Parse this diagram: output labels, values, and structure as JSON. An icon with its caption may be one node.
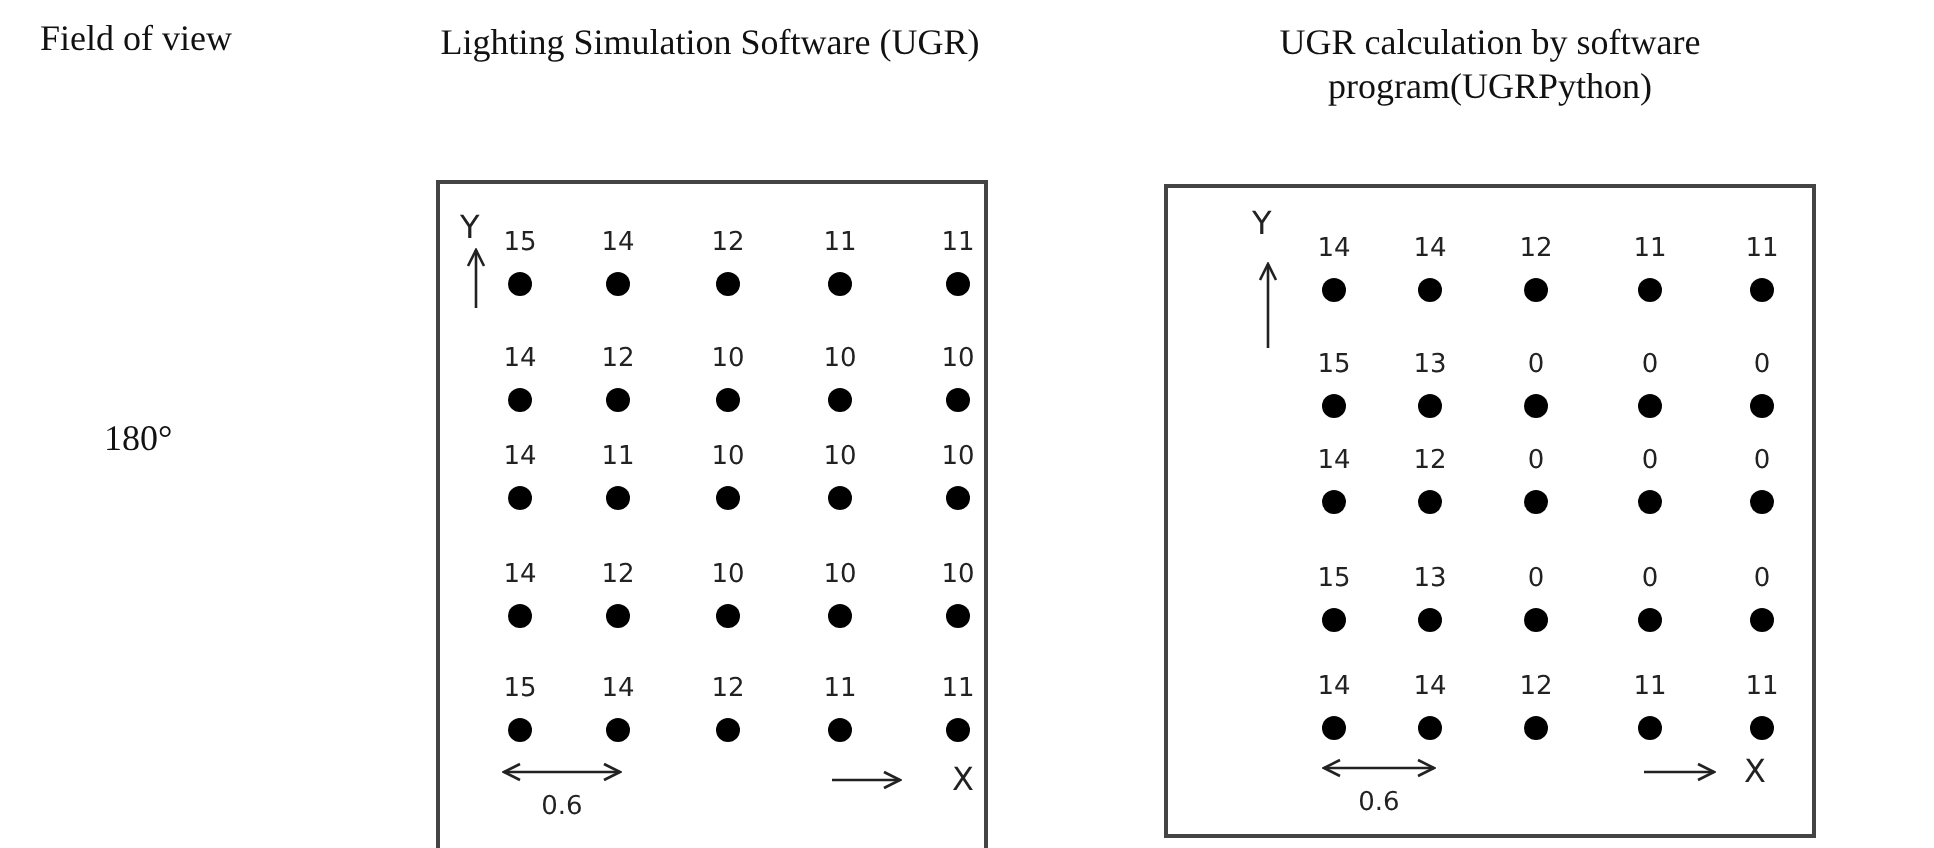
{
  "diagram": {
    "nodes": [
      {
        "text": [
          "Lighting Simulation Software (UGR)"
        ]
      },
      {
        "text": [
          "UGR calculation by software program(UGRPython)"
        ]
      }
    ],
    "labels": [
      "Field of view",
      "180°",
      "Y",
      "15",
      "14",
      "12",
      "11",
      "11",
      "14",
      "12",
      "10",
      "10",
      "10",
      "14",
      "11",
      "10",
      "10",
      "10",
      "14",
      "12",
      "10",
      "10",
      "10",
      "15",
      "14",
      "12",
      "11",
      "11",
      "X",
      "0.6",
      "Y",
      "14",
      "14",
      "12",
      "11",
      "11",
      "15",
      "13",
      "0",
      "0",
      "0",
      "14",
      "12",
      "0",
      "0",
      "0",
      "15",
      "13",
      "0",
      "0",
      "0",
      "14",
      "14",
      "12",
      "11",
      "11",
      "X",
      "0.6"
    ]
  }
}
